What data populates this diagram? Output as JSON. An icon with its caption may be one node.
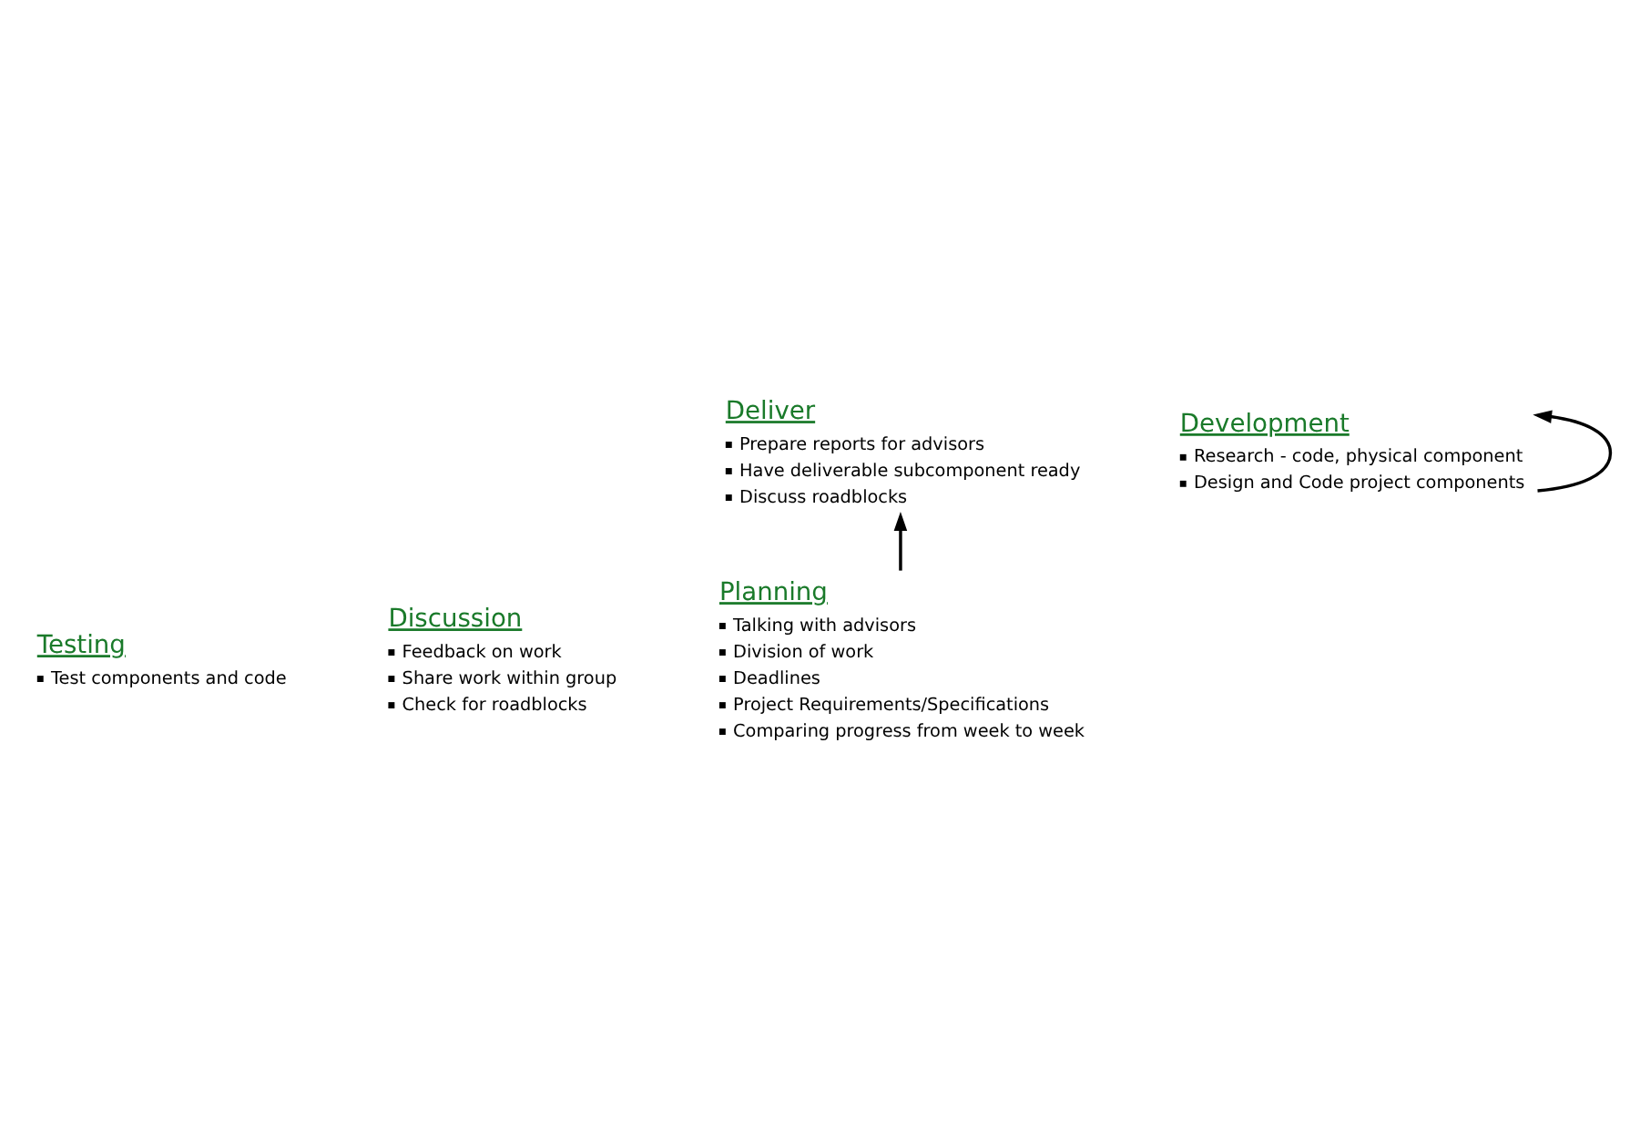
{
  "diagram": {
    "nodes": [
      {
        "text": [
          "Testing",
          "Test components and code"
        ]
      },
      {
        "text": [
          "Discussion",
          "Feedback on work",
          "Share work within group",
          "Check for roadblocks"
        ]
      },
      {
        "text": [
          "Deliver",
          "Prepare reports for advisors",
          "Have deliverable subcomponent ready",
          "Discuss roadblocks"
        ]
      },
      {
        "text": [
          "Development",
          "Research - code, physical component",
          "Design and Code project components"
        ]
      },
      {
        "text": [
          "Planning",
          "Talking with advisors",
          "Division of work",
          "Deadlines",
          "Project Requirements/Specifications",
          "Comparing progress from week to week"
        ]
      }
    ],
    "edges": [
      {
        "from": 4,
        "to": 2,
        "arrow": "to"
      },
      {
        "from": 3,
        "to": 3,
        "arrow": "to"
      }
    ]
  }
}
